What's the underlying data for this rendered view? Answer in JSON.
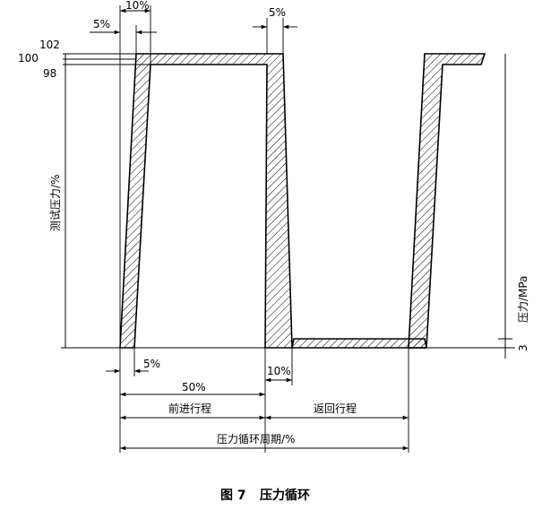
{
  "labels": {
    "pct_10_top": "10%",
    "pct_5_top_left": "5%",
    "pct_5_top_right": "5%",
    "val_102": "102",
    "val_100": "100",
    "val_98": "98",
    "y_axis_left": "测试压力/%",
    "y_axis_right": "压力/MPa",
    "val_3": "3",
    "pct_5_bottom": "5%",
    "pct_10_bottom": "10%",
    "pct_50": "50%",
    "forward_stroke": "前进行程",
    "return_stroke": "返回行程",
    "cycle_period": "压力循环周期/%",
    "caption_number": "图 7",
    "caption_title": "压力循环"
  }
}
